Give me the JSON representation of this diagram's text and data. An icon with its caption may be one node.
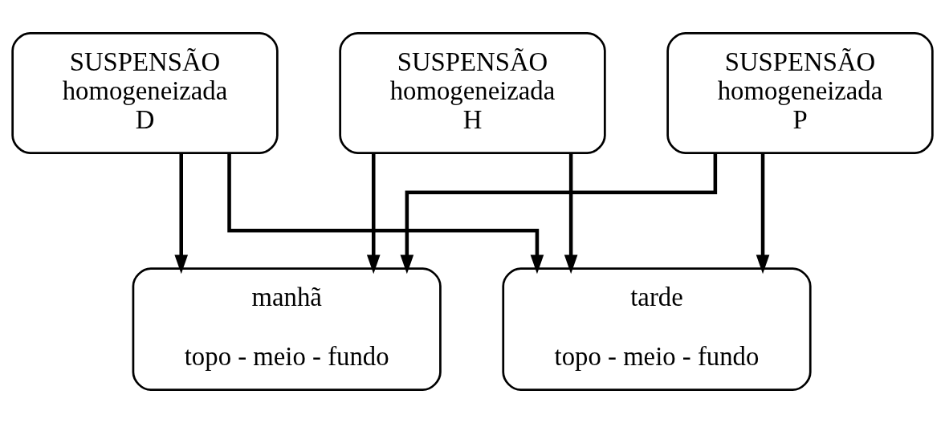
{
  "diagram": {
    "nodes": [
      {
        "text": [
          "SUSPENSÃO homogeneizada D"
        ]
      },
      {
        "text": [
          "SUSPENSÃO homogeneizada H"
        ]
      },
      {
        "text": [
          "SUSPENSÃO homogeneizada P"
        ]
      },
      {
        "text": [
          "manhã",
          "topo - meio - fundo"
        ]
      },
      {
        "text": [
          "tarde",
          "topo - meio - fundo"
        ]
      }
    ],
    "edges": [
      {
        "from": 0,
        "to": 3,
        "arrow": "to"
      },
      {
        "from": 0,
        "to": 4,
        "arrow": "to"
      },
      {
        "from": 1,
        "to": 3,
        "arrow": "to"
      },
      {
        "from": 1,
        "to": 4,
        "arrow": "to"
      },
      {
        "from": 2,
        "to": 3,
        "arrow": "to"
      },
      {
        "from": 2,
        "to": 4,
        "arrow": "to"
      }
    ]
  }
}
